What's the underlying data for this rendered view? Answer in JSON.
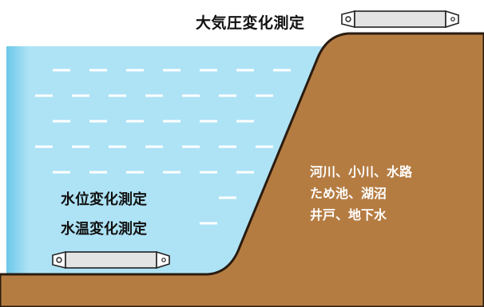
{
  "labels": {
    "atmospheric": "大気圧変化測定",
    "water_level": "水位変化測定",
    "water_temp": "水温変化測定"
  },
  "water_bodies": [
    "河川、小川、水路",
    "ため池、湖沼",
    "井戸、地下水"
  ],
  "colors": {
    "water": "#aee3f5",
    "water_edge": "#6cc7ea",
    "ground": "#b57c42",
    "ground_outline": "#2a1b10",
    "sensor_body": "#e3e3e3",
    "wave": "#ffffff"
  },
  "icons": [
    "sensor-device-icon"
  ]
}
